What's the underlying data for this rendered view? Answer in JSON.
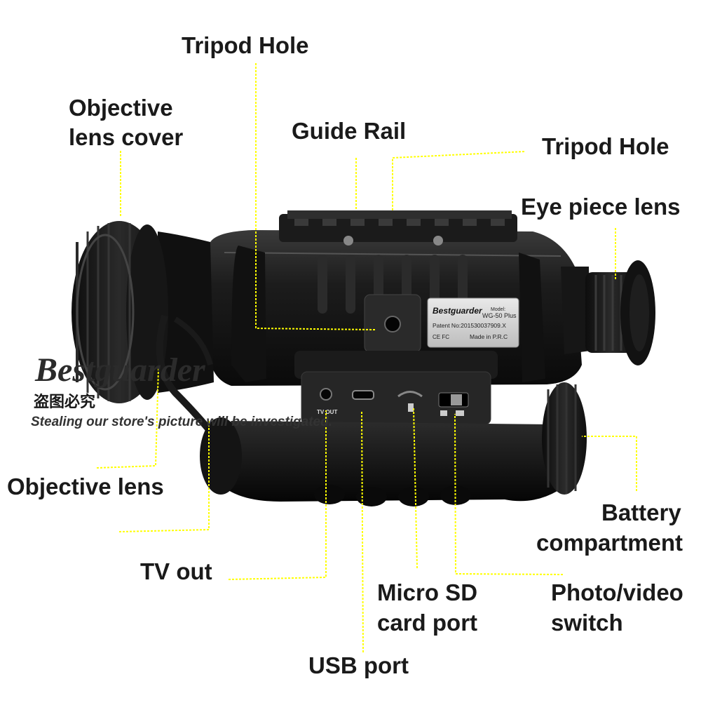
{
  "colors": {
    "leader_line": "#ffff00",
    "label_text": "#1a1a1a",
    "device_body": "#141414",
    "background": "#ffffff"
  },
  "labels": {
    "tripod_hole_top": "Tripod Hole",
    "objective_lens_cover_line1": "Objective",
    "objective_lens_cover_line2": "lens cover",
    "guide_rail": "Guide Rail",
    "tripod_hole_right": "Tripod Hole",
    "eye_piece_lens": "Eye piece lens",
    "objective_lens": "Objective lens",
    "battery_line1": "Battery",
    "battery_line2": "compartment",
    "tv_out": "TV out",
    "micro_sd_line1": "Micro SD",
    "micro_sd_line2": "card port",
    "photo_video_line1": "Photo/video",
    "photo_video_line2": "switch",
    "usb_port": "USB port"
  },
  "device": {
    "brand_plate": "Bestguarder",
    "model_label": "Model:",
    "model": "WG-50 Plus",
    "patent": "Patent No:201530037909.X",
    "certs": "CE FC",
    "made_in": "Made in P.R.C",
    "port_tv_label": "TV OUT"
  },
  "watermark": {
    "brand": "Bestguarder",
    "chinese": "盗图必究",
    "warning": "Stealing our store's picture will be investigated."
  }
}
